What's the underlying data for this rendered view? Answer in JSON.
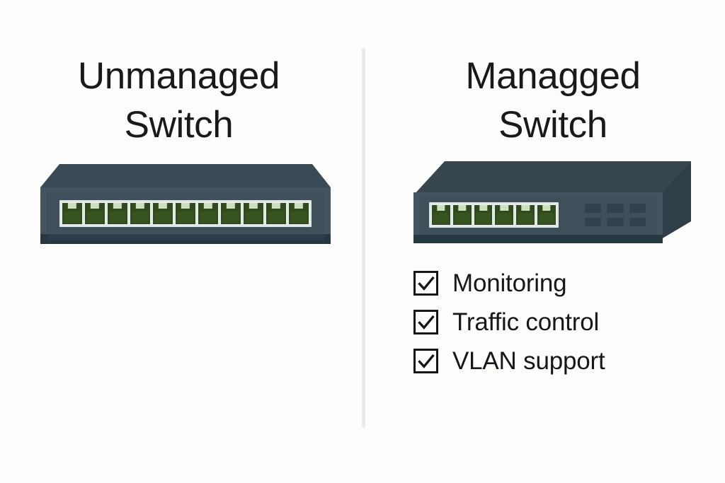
{
  "background_color": "#fdfdfb",
  "divider": {
    "name": "vertical-divider",
    "color": "#e9e9e9"
  },
  "left_panel": {
    "title": "Unmanaged\nSwitch",
    "device": {
      "name": "unmanaged-switch-device",
      "port_count": 11,
      "port_color": "#2f4a1c",
      "chassis_color": "#44555f",
      "chassis_top_color": "#3a4a55",
      "port_strip_color": "#dfe6e4",
      "has_vents": false
    }
  },
  "right_panel": {
    "title": "Managged\nSwitch",
    "device": {
      "name": "managed-switch-device",
      "port_count": 6,
      "port_color": "#2f4a1c",
      "chassis_color": "#44555f",
      "chassis_top_color": "#37464f",
      "chassis_side_color": "#2f3e47",
      "port_strip_color": "#dfe6e4",
      "has_vents": true,
      "vent_count": 6,
      "vent_color": "#32424c"
    },
    "features": [
      {
        "label": "Monitoring",
        "checked": true,
        "icon": "checkmark-icon"
      },
      {
        "label": "Traffic control",
        "checked": true,
        "icon": "checkmark-icon"
      },
      {
        "label": "VLAN support",
        "checked": true,
        "icon": "checkmark-icon"
      }
    ]
  }
}
